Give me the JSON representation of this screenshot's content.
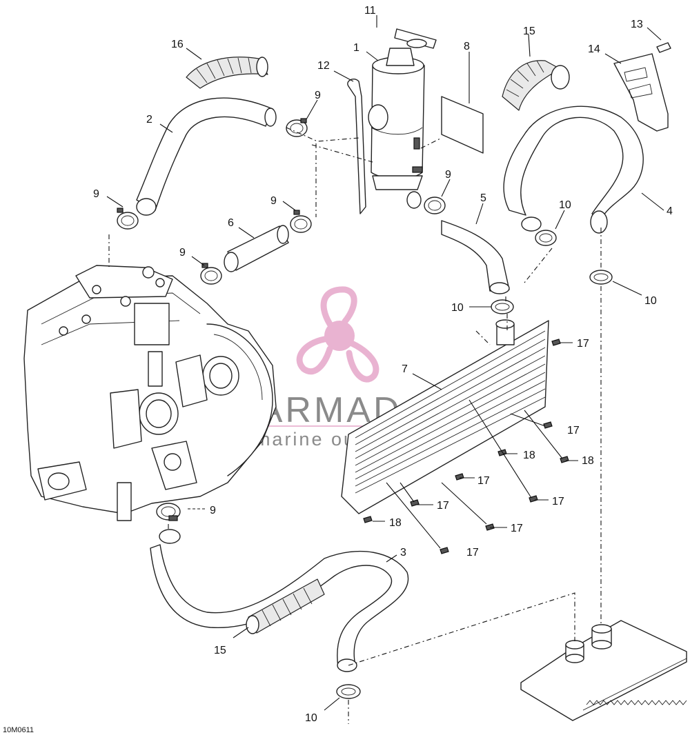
{
  "diagram_code": "10M0611",
  "watermark": {
    "brand": "ARMADA",
    "tagline": "marine outboards",
    "logo_color": "#e6a6c9",
    "text_color": "#8a8a8a"
  },
  "callouts": [
    "1",
    "2",
    "3",
    "4",
    "5",
    "6",
    "7",
    "8",
    "9",
    "10",
    "11",
    "12",
    "13",
    "14",
    "15",
    "16",
    "17",
    "18"
  ],
  "labels": {
    "l1": "1",
    "l2": "2",
    "l3": "3",
    "l4": "4",
    "l5": "5",
    "l6": "6",
    "l7": "7",
    "l8": "8",
    "l9a": "9",
    "l9b": "9",
    "l9c": "9",
    "l9d": "9",
    "l9e": "9",
    "l9f": "9",
    "l10a": "10",
    "l10b": "10",
    "l10c": "10",
    "l10d": "10",
    "l11": "11",
    "l12": "12",
    "l13": "13",
    "l14": "14",
    "l15a": "15",
    "l15b": "15",
    "l16": "16",
    "l17a": "17",
    "l17b": "17",
    "l17c": "17",
    "l17d": "17",
    "l17e": "17",
    "l17f": "17",
    "l17g": "17",
    "l18a": "18",
    "l18b": "18",
    "l18c": "18"
  }
}
